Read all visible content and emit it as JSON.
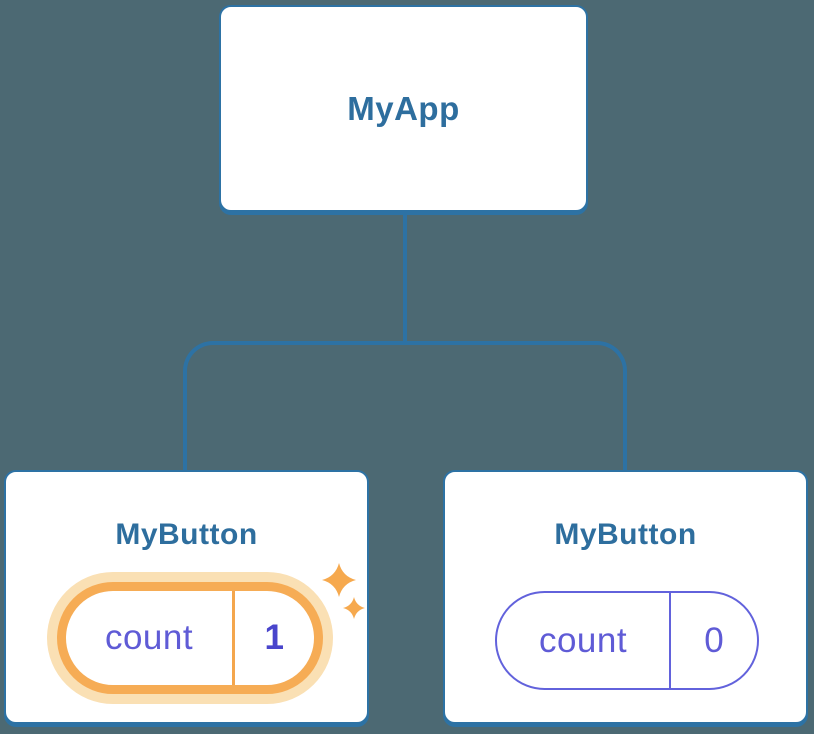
{
  "diagram": {
    "title_hint": "React component tree with isolated state",
    "background_color": "#4C6973",
    "colors": {
      "card_background": "#FFFFFF",
      "blue_border_line": "#2D72A4",
      "blue_text": "#2E6E9E",
      "purple_text": "#5F5BD6",
      "purple_value_bold": "#4945CC",
      "purple_pill_border": "#6262DC",
      "orange_ring": "#F6AC55",
      "orange_halo": "#FAE0B4",
      "sparkle": "#F6A94E"
    },
    "root": {
      "label": "MyApp"
    },
    "children": [
      {
        "label": "MyButton",
        "state_key": "count",
        "state_value": "1",
        "highlighted": true,
        "icon": "sparkles-icon"
      },
      {
        "label": "MyButton",
        "state_key": "count",
        "state_value": "0",
        "highlighted": false
      }
    ]
  }
}
